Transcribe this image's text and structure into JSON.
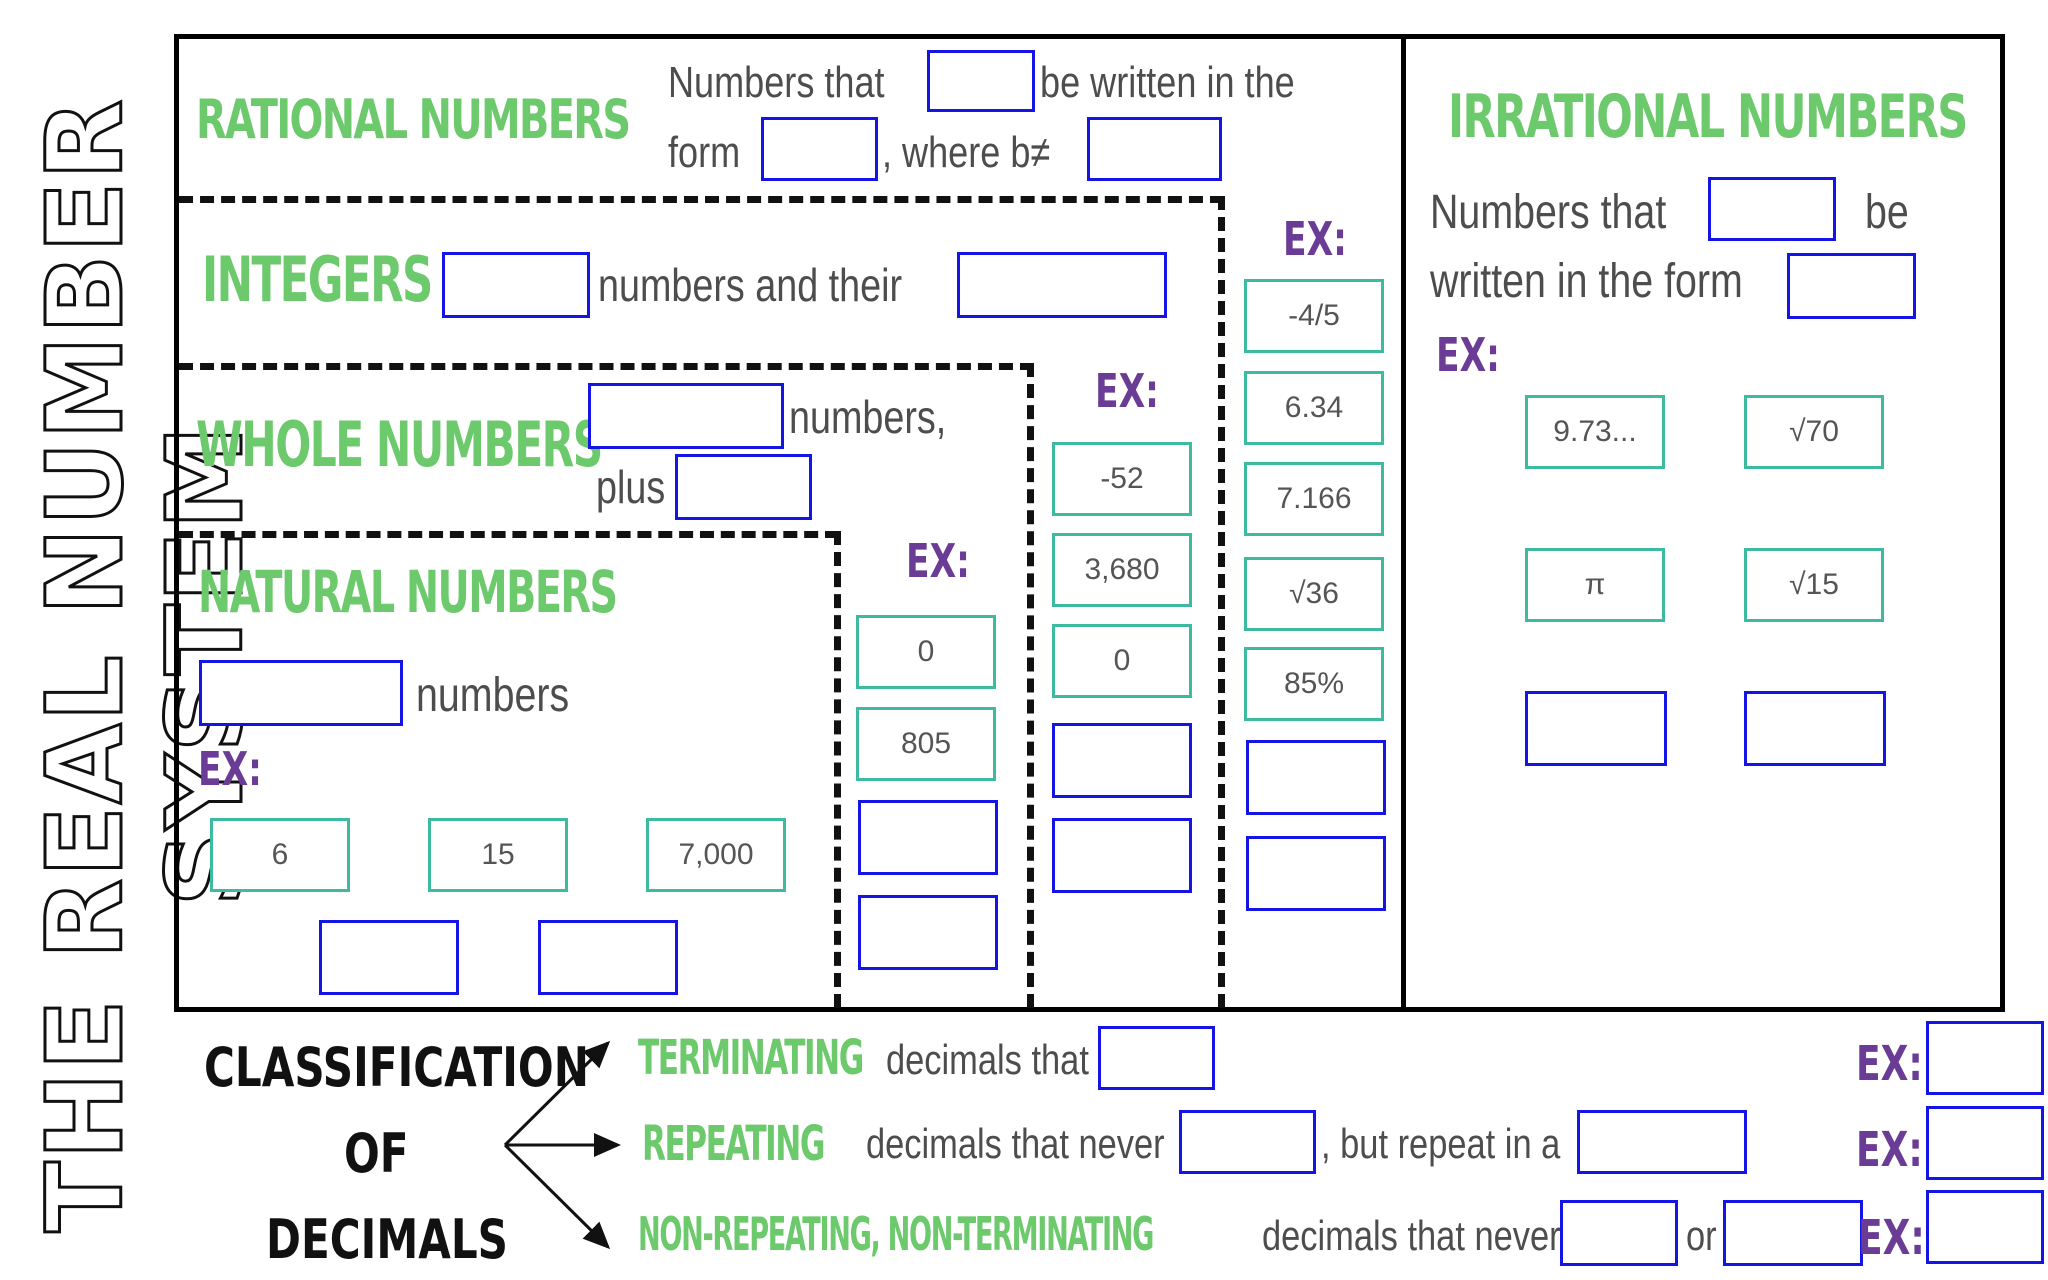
{
  "side_title": "THE REAL NUMBER SYSTEM",
  "rational": {
    "heading": "RATIONAL NUMBERS",
    "def_part1": "Numbers that",
    "def_part2": "be written in the",
    "def_part3": "form",
    "def_part4": ", where b≠",
    "ex_label": "EX:",
    "examples": [
      "-4/5",
      "6.34",
      "7.166",
      "√36",
      "85%"
    ]
  },
  "integers": {
    "heading": "INTEGERS",
    "def_part1": "numbers and their",
    "ex_label": "EX:",
    "examples": [
      "-52",
      "3,680",
      "0"
    ]
  },
  "whole": {
    "heading": "WHOLE NUMBERS",
    "def_part1": "numbers,",
    "def_part2": "plus",
    "ex_label": "EX:",
    "examples": [
      "0",
      "805"
    ]
  },
  "natural": {
    "heading": "NATURAL NUMBERS",
    "def_part1": "numbers",
    "ex_label": "EX:",
    "examples": [
      "6",
      "15",
      "7,000"
    ]
  },
  "irrational": {
    "heading": "IRRATIONAL NUMBERS",
    "def_part1": "Numbers that",
    "def_part2": "be",
    "def_part3": "written in the form",
    "ex_label": "EX:",
    "examples": [
      "9.73...",
      "√70",
      "π",
      "√15"
    ]
  },
  "decimals": {
    "title_line1": "CLASSIFICATION",
    "title_line2": "OF",
    "title_line3": "DECIMALS",
    "terminating": {
      "label": "TERMINATING",
      "text1": "decimals that",
      "ex_label": "EX:"
    },
    "repeating": {
      "label": "REPEATING",
      "text1": "decimals that never",
      "text2": ", but repeat in a",
      "ex_label": "EX:"
    },
    "nonrepeating": {
      "label": "NON-REPEATING, NON-TERMINATING",
      "text1": "decimals that never",
      "text2": "or",
      "ex_label": "EX:"
    }
  },
  "colors": {
    "heading_green": "#6cc96c",
    "ex_purple": "#6a3c96",
    "blank_blue": "#1414e6",
    "example_teal": "#3dbba0"
  }
}
